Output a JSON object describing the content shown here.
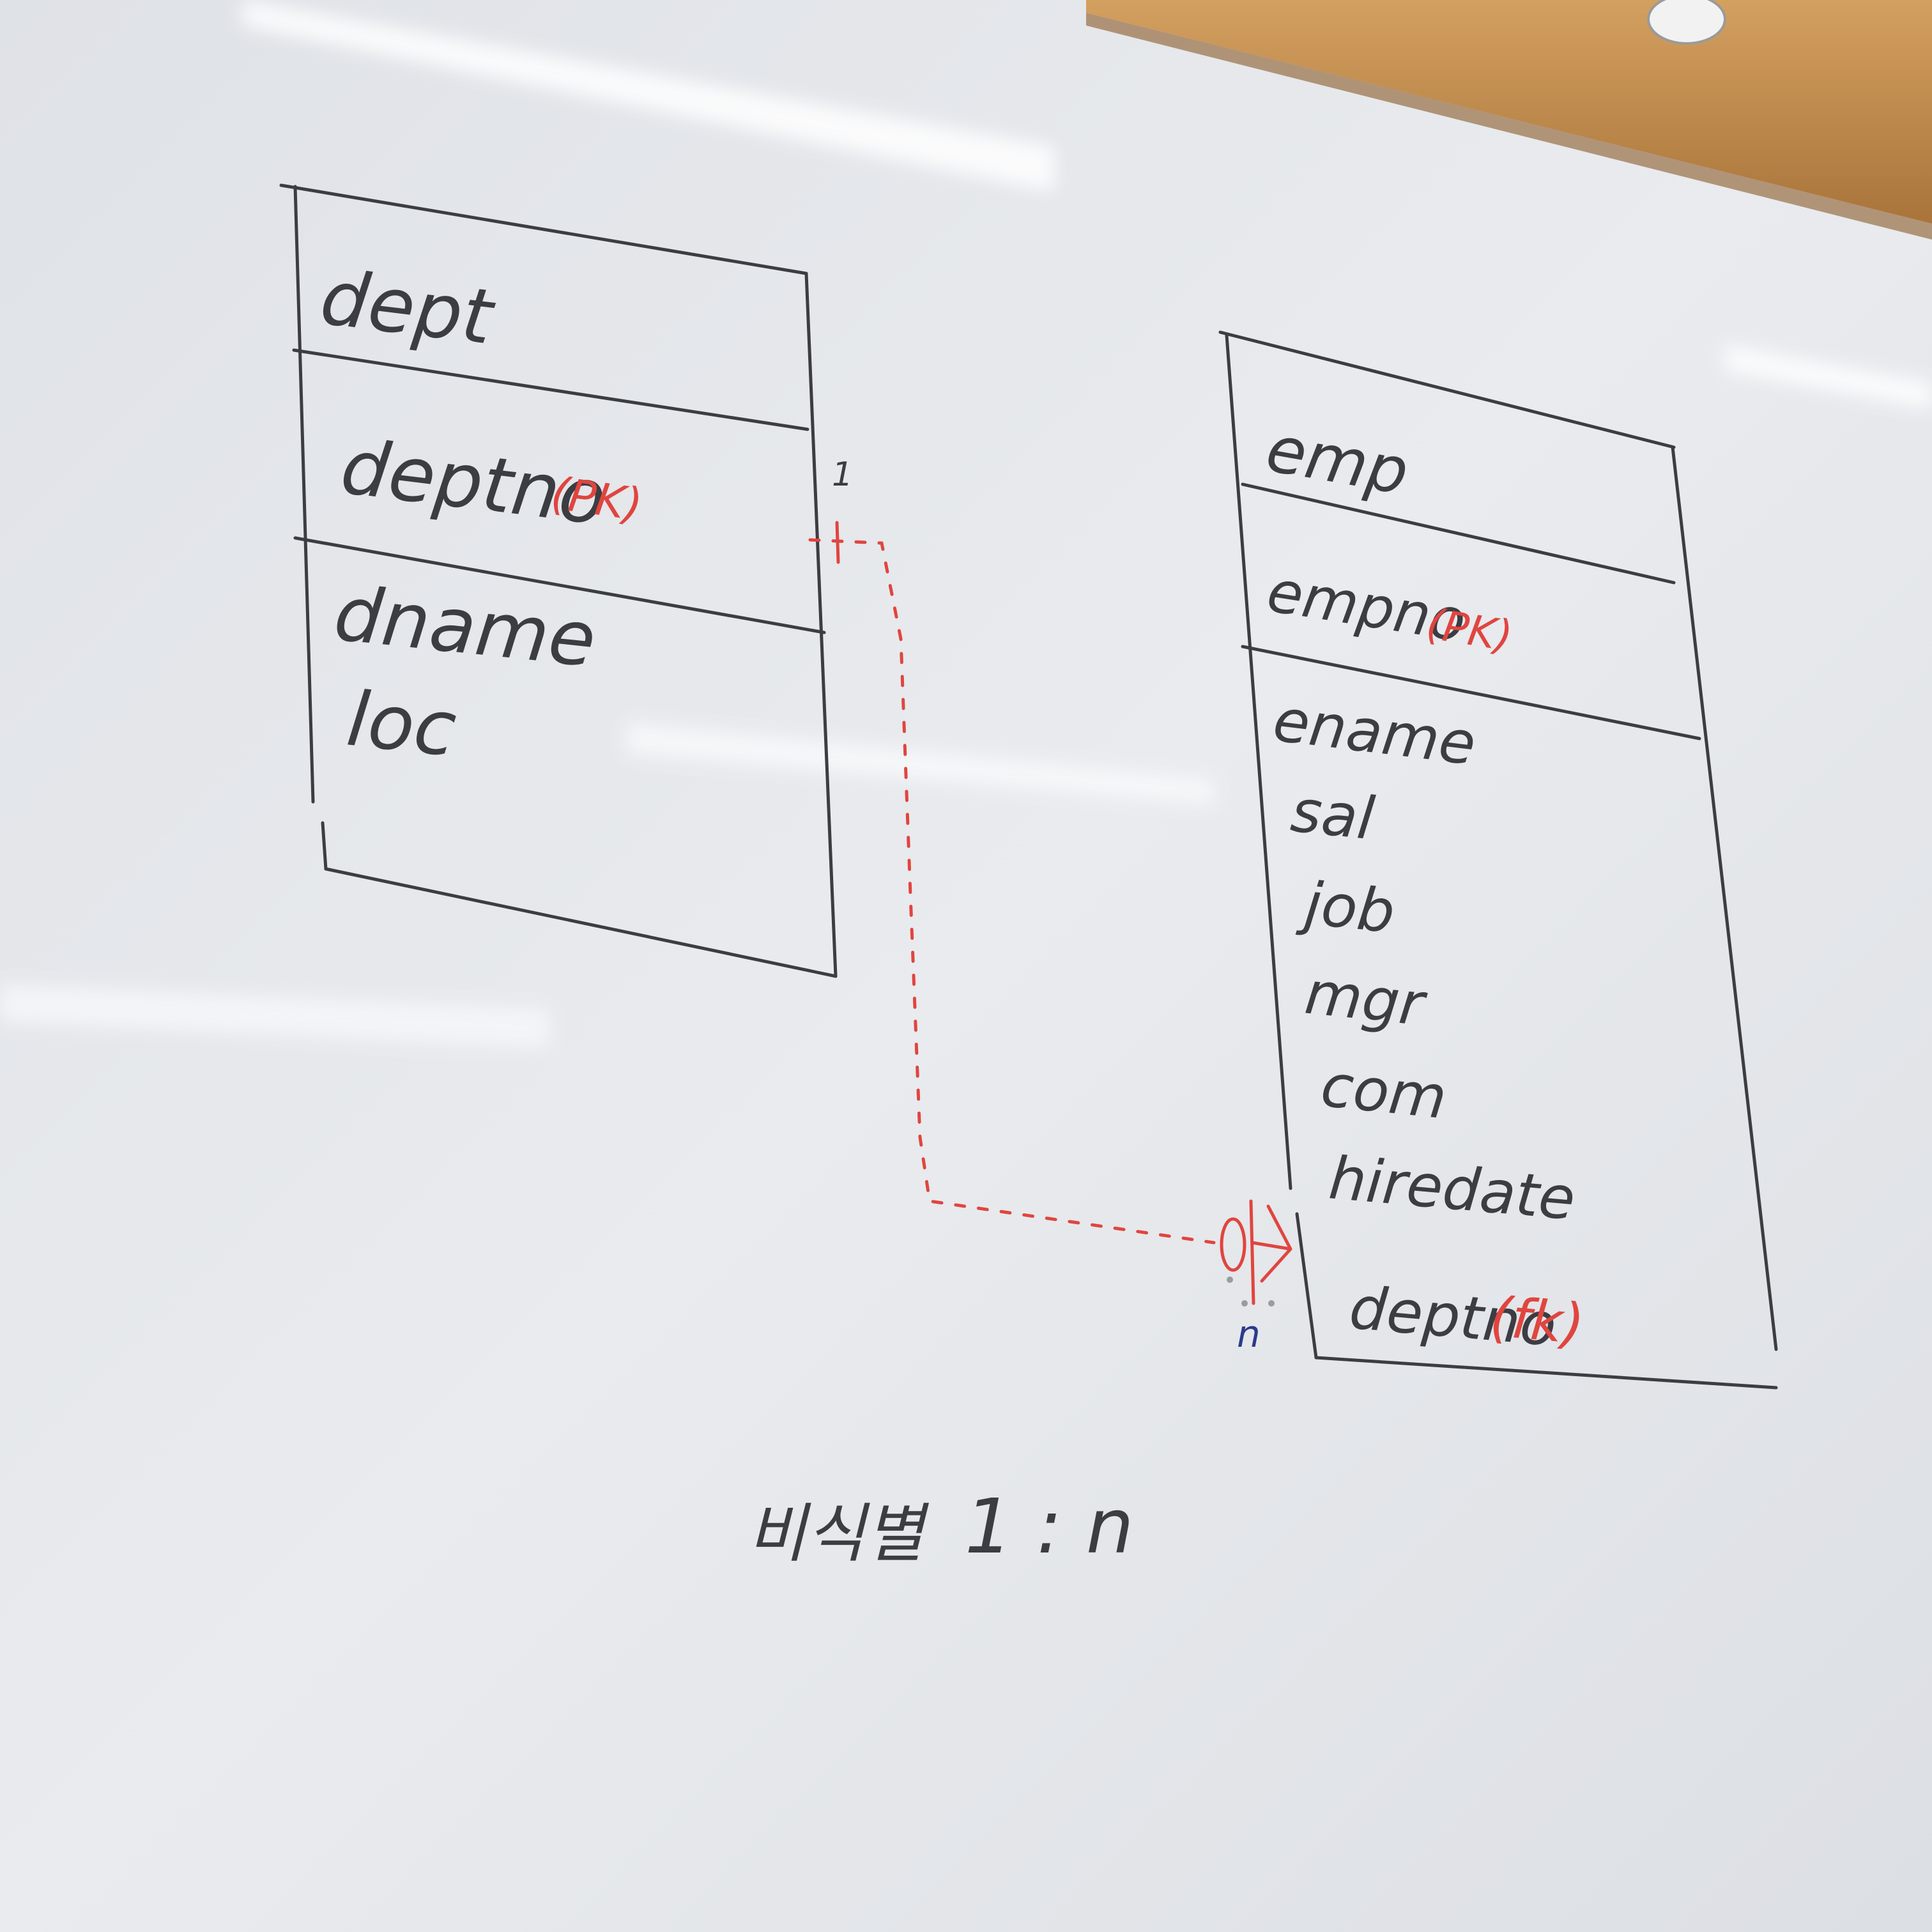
{
  "colors": {
    "board": "#e6e8ec",
    "marker_black": "#3b3d42",
    "marker_red": "#e0453f",
    "marker_blue": "#2b3a8c",
    "tray_wood": "#c8924e"
  },
  "entities": {
    "dept": {
      "name": "dept",
      "pk_field": "deptno",
      "pk_tag": "(PK)",
      "attributes": [
        "dname",
        "loc"
      ]
    },
    "emp": {
      "name": "emp",
      "pk_field": "empno",
      "pk_tag": "(PK)",
      "attributes": [
        "ename",
        "sal",
        "job",
        "mgr",
        "com",
        "hiredate"
      ],
      "fk_field": "deptno",
      "fk_tag": "(fk)"
    }
  },
  "relationship": {
    "type": "non-identifying",
    "line_style": "dashed",
    "parent_cardinality": "1",
    "child_cardinality": "n",
    "parent_symbol": "one-bar",
    "child_symbol": "zero-or-many-crowsfoot"
  },
  "caption": {
    "label": "비식별",
    "ratio": "1 : n"
  }
}
